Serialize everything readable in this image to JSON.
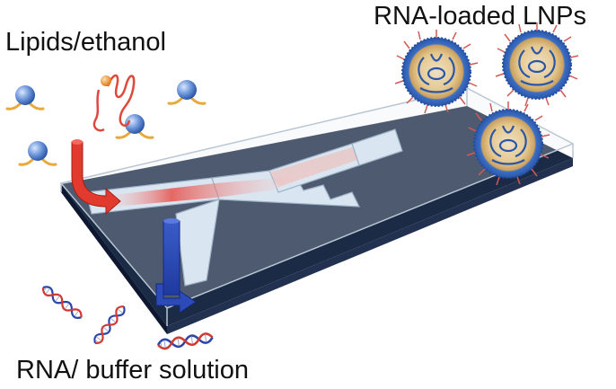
{
  "labels": {
    "lipids": "Lipids/ethanol",
    "lnps": "RNA-loaded LNPs",
    "rna": "RNA/ buffer solution"
  },
  "colors": {
    "chip_base": "#1b2a45",
    "chip_glass": "#dfe8ef",
    "channel": "#cfe0ee",
    "lipid_stream": "#e23a2e",
    "rna_stream": "#2d4bb8",
    "lipid_head": "#4f7fd0",
    "lipid_tail": "#e8a93a",
    "rna_strand_a": "#2b45a8",
    "rna_strand_b": "#d03a32",
    "lnp_shell": "#3a6fc4",
    "lnp_core": "#e7c98f"
  },
  "icons": {
    "lipid": "lipid-molecule-icon",
    "rna": "rna-double-helix-icon",
    "lnp": "lipid-nanoparticle-icon",
    "inlet_lipid": "lipid-inlet-arrow",
    "inlet_rna": "rna-inlet-arrow"
  }
}
